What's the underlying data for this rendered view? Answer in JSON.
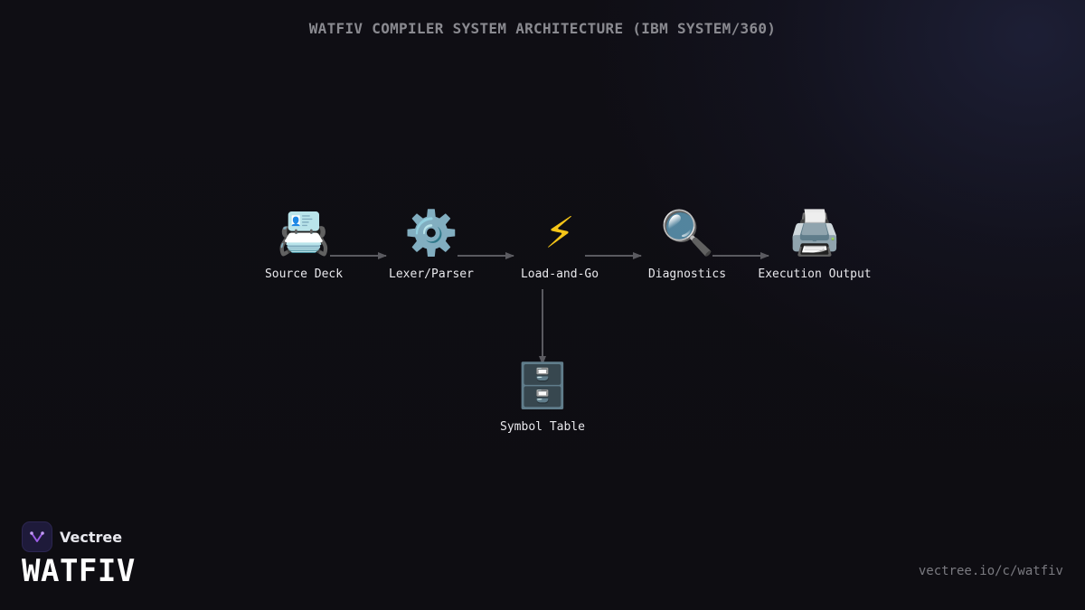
{
  "title": "WATFIV COMPILER SYSTEM ARCHITECTURE (IBM SYSTEM/360)",
  "nodes": {
    "source": {
      "label": "Source Deck",
      "icon": "card-index-icon",
      "glyph": "📇"
    },
    "lexer": {
      "label": "Lexer/Parser",
      "icon": "gear-icon",
      "glyph": "⚙️"
    },
    "loadgo": {
      "label": "Load-and-Go",
      "icon": "lightning-icon",
      "glyph": "⚡"
    },
    "diagnostics": {
      "label": "Diagnostics",
      "icon": "magnifier-icon",
      "glyph": "🔍"
    },
    "output": {
      "label": "Execution Output",
      "icon": "printer-icon",
      "glyph": "🖨️"
    },
    "symbols": {
      "label": "Symbol Table",
      "icon": "file-cabinet-icon",
      "glyph": "🗄️"
    }
  },
  "colors": {
    "connector": "#5a5a60",
    "title": "#8a8a90",
    "brand_accent": "#9b5de5"
  },
  "footer": {
    "brand": "Vectree",
    "product": "WATFIV",
    "url": "vectree.io/c/watfiv"
  }
}
